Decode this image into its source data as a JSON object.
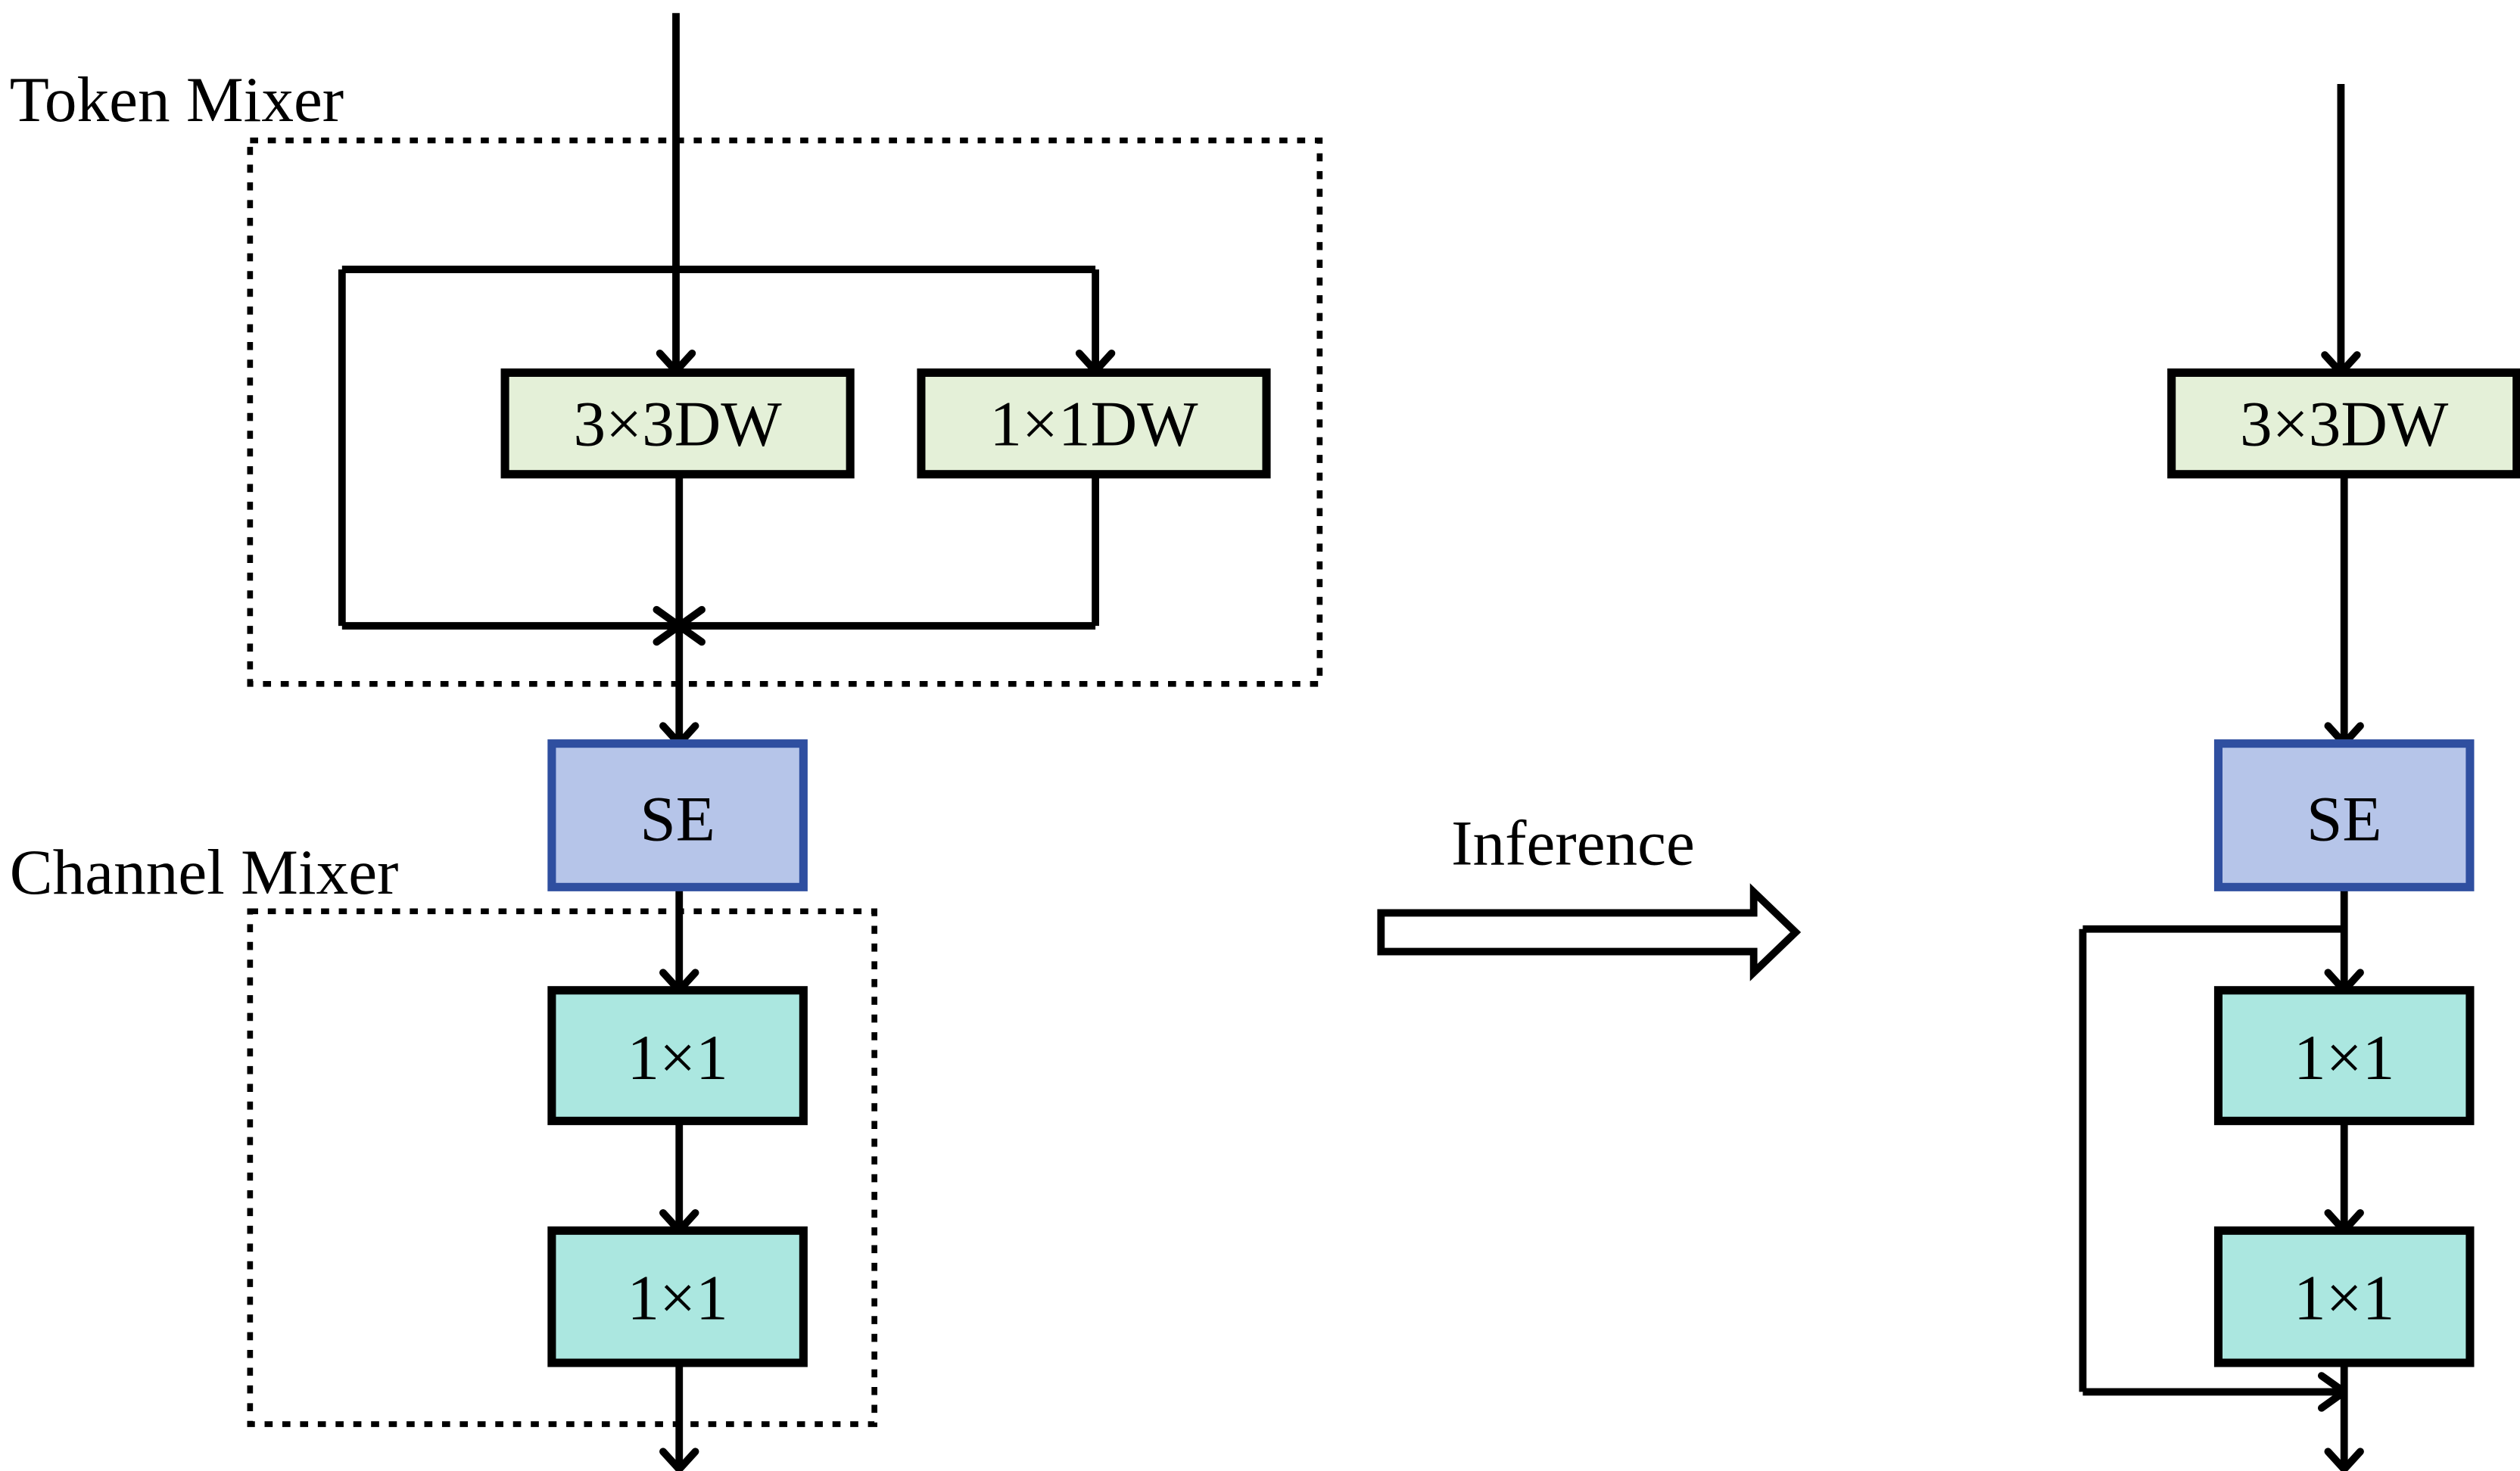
{
  "colors": {
    "dw_fill": "#e4f0d8",
    "se_fill": "#b6c5e9",
    "se_stroke": "#2f4fa0",
    "pw_fill": "#abe7e0",
    "line": "#000000"
  },
  "training_block": {
    "token_mixer_label": "Token Mixer",
    "channel_mixer_label": "Channel Mixer",
    "dw3_label": "3×3DW",
    "dw1_label": "1×1DW",
    "se_label": "SE",
    "pw1_label": "1×1",
    "pw2_label": "1×1"
  },
  "transition": {
    "label": "Inference",
    "arrow_icon": "hollow-right-arrow-icon"
  },
  "inference_block": {
    "dw3_label": "3×3DW",
    "se_label": "SE",
    "pw1_label": "1×1",
    "pw2_label": "1×1"
  }
}
